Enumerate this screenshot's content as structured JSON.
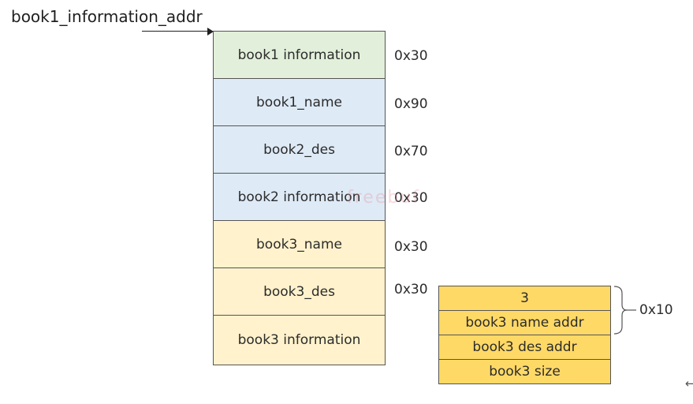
{
  "pointer": {
    "label": "book1_information_addr"
  },
  "stack": {
    "cells": [
      {
        "label": "book1 information",
        "size": "0x30",
        "color": "#e2efda"
      },
      {
        "label": "book1_name",
        "size": "0x90",
        "color": "#deeaf6"
      },
      {
        "label": "book2_des",
        "size": "0x70",
        "color": "#deeaf6"
      },
      {
        "label": "book2 information",
        "size": "0x30",
        "color": "#deeaf6"
      },
      {
        "label": "book3_name",
        "size": "0x30",
        "color": "#fff2cc"
      },
      {
        "label": "book3_des",
        "size": "0x30",
        "color": "#fff2cc"
      },
      {
        "label": "book3 information",
        "size": "",
        "color": "#fff2cc"
      }
    ]
  },
  "struct": {
    "rows": [
      "3",
      "book3 name addr",
      "book3 des addr",
      "book3 size"
    ],
    "color": "#ffd966",
    "brace_label": "0x10"
  },
  "watermark": {
    "text": "freebuf"
  },
  "corner_icon": "arrow-left-icon"
}
